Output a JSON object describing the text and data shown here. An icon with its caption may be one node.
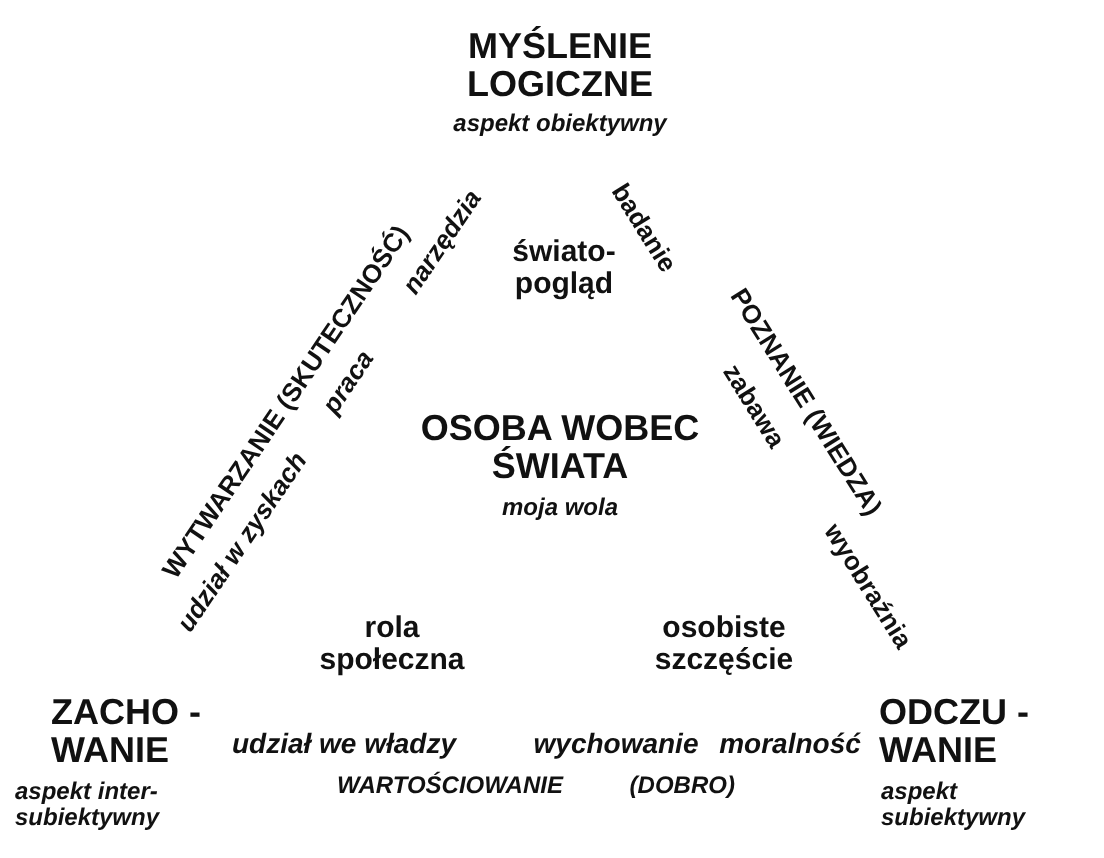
{
  "diagram": {
    "labels": [
      "MYŚLENIE LOGICZNE",
      "aspekt obiektywny",
      "WYTWARZANIE (SKUTECZNOŚĆ)",
      "udział w zyskach",
      "praca",
      "narzędzia",
      "świato- pogląd",
      "badanie",
      "POZNANIE (WIEDZA)",
      "zabawa",
      "wyobraźnia",
      "OSOBA WOBEC ŚWIATA",
      "moja wola",
      "rola społeczna",
      "osobiste szczęście",
      "ZACHO - WANIE",
      "aspekt inter- subiektywny",
      "udział we władzy",
      "wychowanie",
      "moralność",
      "WARTOŚCIOWANIE (DOBRO)",
      "ODCZU - WANIE",
      "aspekt subiektywny"
    ]
  }
}
